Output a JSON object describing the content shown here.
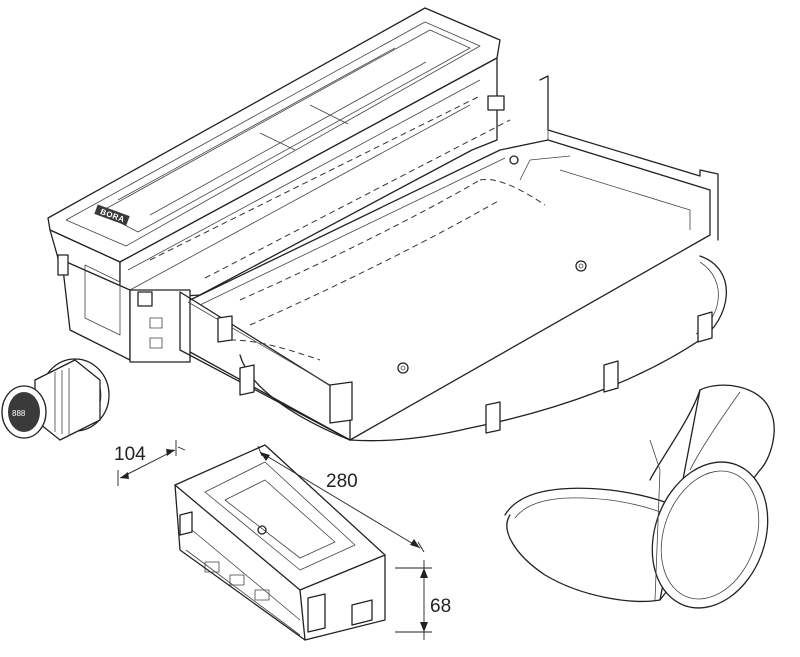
{
  "brand": "BORA",
  "dimensions": {
    "width": "104",
    "length": "280",
    "height": "68"
  },
  "control_display": "888"
}
